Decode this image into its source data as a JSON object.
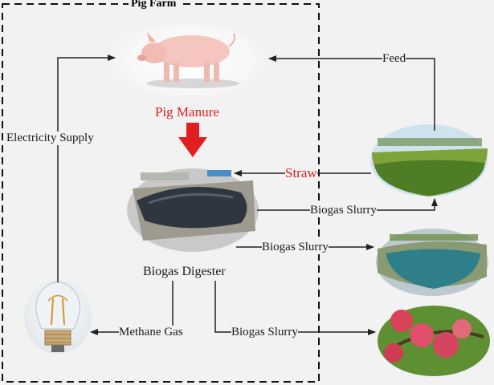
{
  "frame": {
    "title": "Pig Farm"
  },
  "labels": {
    "pig_manure": "Pig Manure",
    "feed": "Feed",
    "straw": "Straw",
    "electricity": "Electricity Supply",
    "digester": "Biogas Digester",
    "slurry_1": "Biogas Slurry",
    "slurry_2": "Biogas Slurry",
    "slurry_3": "Biogas Slurry",
    "methane": "Methane Gas"
  },
  "colors": {
    "highlight": "#e02020",
    "line": "#222222",
    "frame": "#111111"
  },
  "icons": [
    "pig-image",
    "digester-image",
    "crop-field-image",
    "pond-image",
    "fruit-orchard-image",
    "light-bulb-icon"
  ]
}
